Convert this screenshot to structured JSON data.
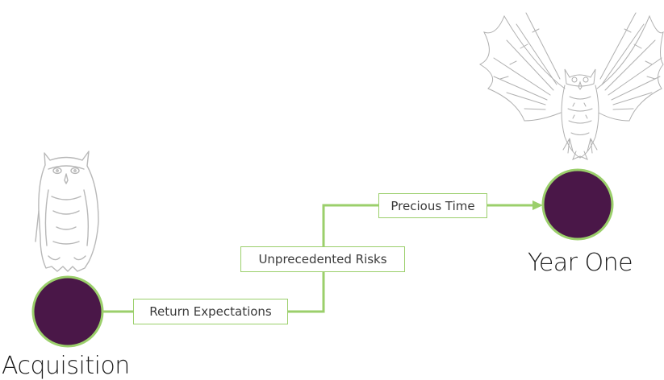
{
  "milestones": {
    "start": {
      "label": "Acquisition"
    },
    "end": {
      "label": "Year One"
    }
  },
  "steps": [
    {
      "label": "Return Expectations"
    },
    {
      "label": "Unprecedented Risks"
    },
    {
      "label": "Precious Time"
    }
  ],
  "colors": {
    "node_fill": "#4a1748",
    "node_ring": "#9bcf6b",
    "connector": "#9bcf6b",
    "illustration_stroke": "#b5b5b5"
  },
  "icons": {
    "start_illustration": "perched-owl-icon",
    "end_illustration": "flying-owl-icon",
    "connector_end": "arrow-head-icon"
  }
}
